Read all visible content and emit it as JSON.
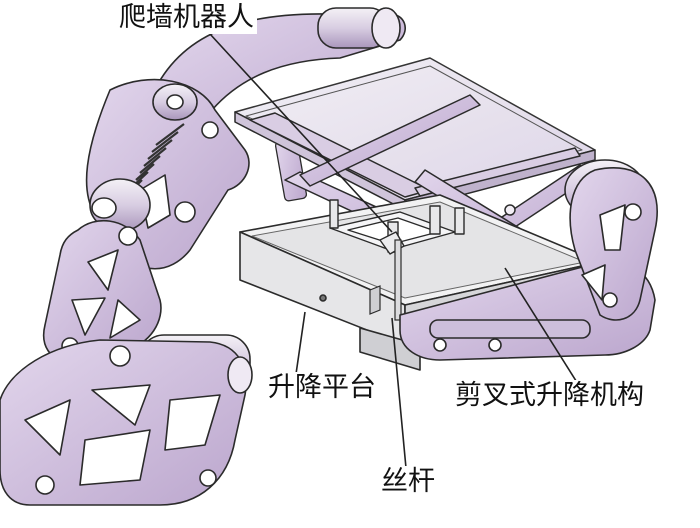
{
  "labels": {
    "wall_climbing_robot": "爬墙机器人",
    "lift_platform": "升降平台",
    "scissor_lift_mechanism": "剪叉式升降机构",
    "lead_screw": "丝杆"
  },
  "colors": {
    "link_fill": "#d3c3e0",
    "link_shade": "#b7a3c9",
    "outline": "#2b2b2b",
    "platform_fill": "#e9e9ea",
    "glass_fill": "#e7e2ee",
    "leader_line": "#222222"
  }
}
